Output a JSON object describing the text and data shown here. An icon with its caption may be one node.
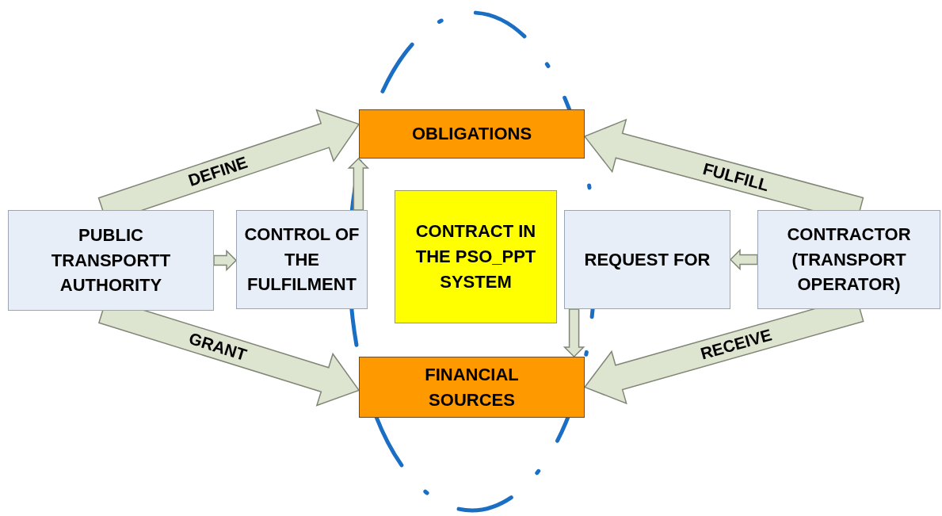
{
  "diagram": {
    "nodes": [
      {
        "text": [
          "PUBLIC TRANSPORTT AUTHORITY"
        ]
      },
      {
        "text": [
          "CONTROL OF THE FULFILMENT"
        ]
      },
      {
        "text": [
          "OBLIGATIONS"
        ]
      },
      {
        "text": [
          "CONTRACT IN THE PSO_PPT SYSTEM"
        ]
      },
      {
        "text": [
          "REQUEST FOR"
        ]
      },
      {
        "text": [
          "CONTRACTOR (TRANSPORT OPERATOR)"
        ]
      },
      {
        "text": [
          "FINANCIAL SOURCES"
        ]
      }
    ],
    "edges": [
      {
        "from": 0,
        "to": 2,
        "arrow": "to",
        "label": "DEFINE",
        "style": "thick"
      },
      {
        "from": 0,
        "to": 6,
        "arrow": "to",
        "label": "GRANT",
        "style": "thick"
      },
      {
        "from": 5,
        "to": 2,
        "arrow": "to",
        "label": "FULFILL",
        "style": "thick"
      },
      {
        "from": 5,
        "to": 6,
        "arrow": "to",
        "label": "RECEIVE",
        "style": "thick"
      },
      {
        "from": 0,
        "to": 1,
        "arrow": "to"
      },
      {
        "from": 1,
        "to": 2,
        "arrow": "to"
      },
      {
        "from": 5,
        "to": 4,
        "arrow": "to"
      },
      {
        "from": 4,
        "to": 6,
        "arrow": "to"
      }
    ]
  }
}
